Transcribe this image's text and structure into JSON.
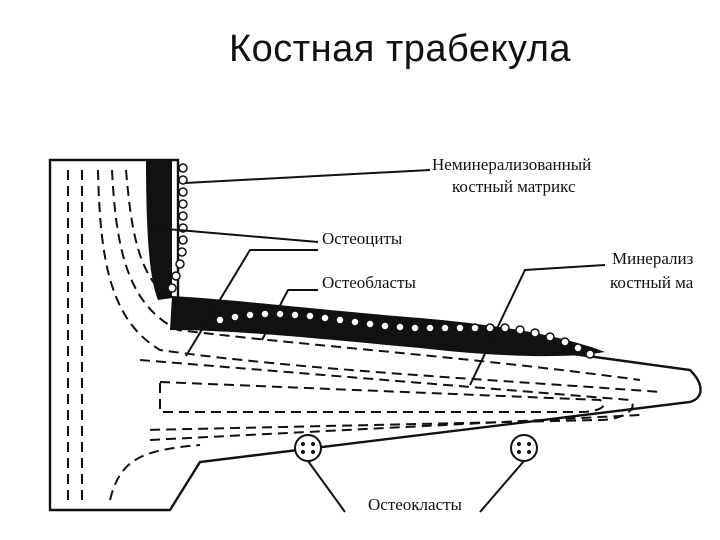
{
  "slide": {
    "title": "Костная трабекула"
  },
  "labels": {
    "unmineralized_line1": "Неминерализованный",
    "unmineralized_line2": "костный матрикс",
    "osteocytes": "Остеоциты",
    "osteoblasts": "Остеобласты",
    "mineralized_line1": "Минерализ",
    "mineralized_line2": "костный ма",
    "osteoclasts": "Остеокласты"
  }
}
